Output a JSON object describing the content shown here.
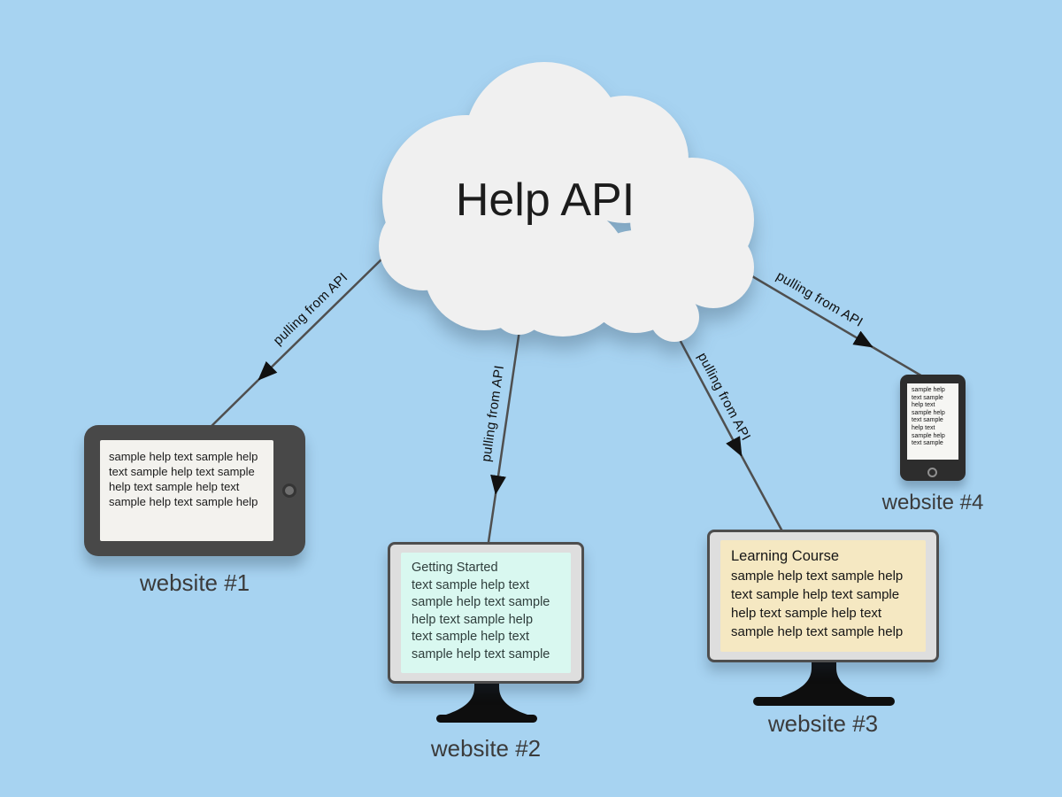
{
  "cloud": {
    "title": "Help API"
  },
  "connections": [
    {
      "label": "pulling from API",
      "target": "website #1"
    },
    {
      "label": "pulling from API",
      "target": "website #2"
    },
    {
      "label": "pulling from API",
      "target": "website #3"
    },
    {
      "label": "pulling from API",
      "target": "website #4"
    }
  ],
  "devices": {
    "website1": {
      "type": "tablet",
      "caption": "website #1",
      "lines": [
        "sample help text sample help",
        "text sample help text sample",
        "help text sample help text",
        "sample help text sample help"
      ]
    },
    "website2": {
      "type": "desktop-monitor",
      "caption": "website #2",
      "lines": [
        "Getting Started",
        "text sample help text",
        "sample help text sample",
        "help text sample help",
        "text sample help text",
        "sample help text sample"
      ]
    },
    "website3": {
      "type": "desktop-monitor",
      "caption": "website #3",
      "title": "Learning Course",
      "lines": [
        "sample help text sample help",
        "text sample help text sample",
        "help text sample help text",
        "sample help text sample help"
      ]
    },
    "website4": {
      "type": "phone",
      "caption": "website #4",
      "lines": [
        "sample help",
        "text sample",
        "help text",
        "sample help",
        "text sample",
        "help text",
        "sample help",
        "text sample"
      ]
    }
  },
  "colors": {
    "background": "#a7d3f1",
    "cloud": "#f0f0f0",
    "connector": "#4f4f4f",
    "arrowhead": "#111111",
    "screen_website2": "#d9f8f0",
    "screen_website3": "#f5e8c2"
  }
}
